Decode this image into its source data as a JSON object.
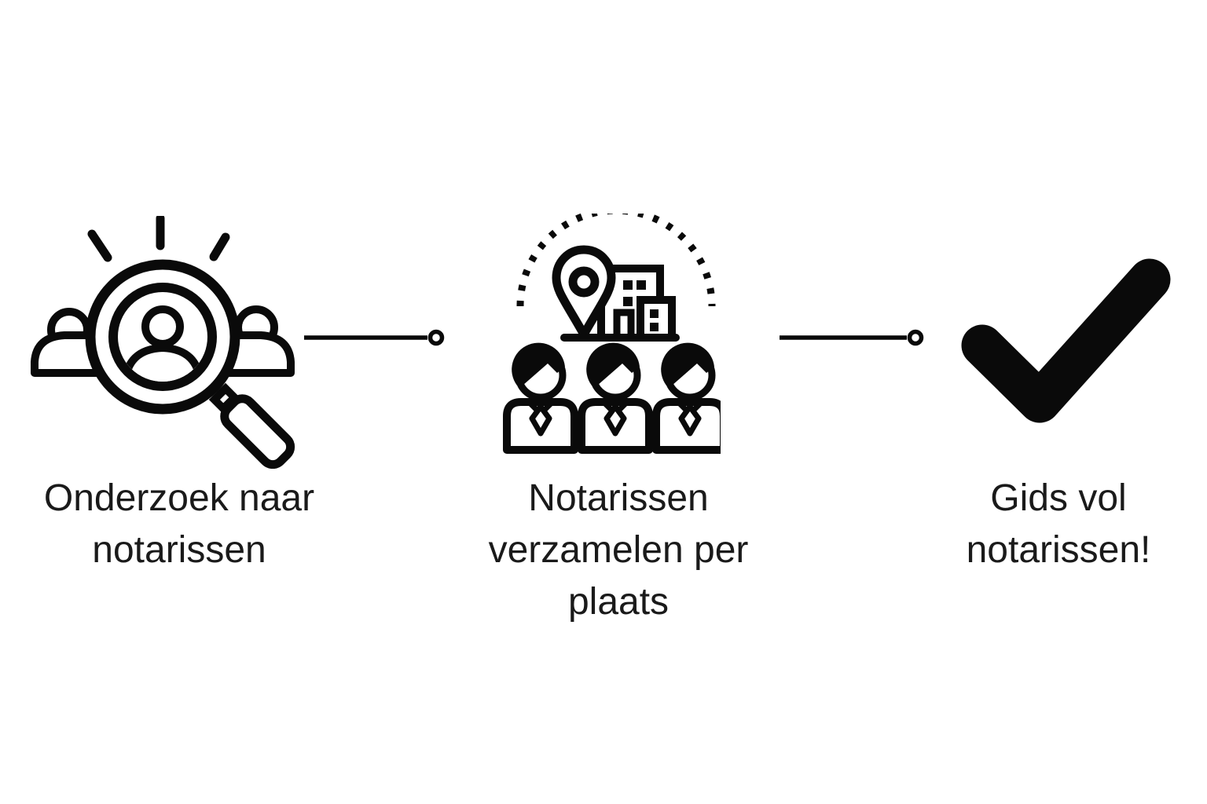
{
  "colors": {
    "bg": "#ffffff",
    "ink": "#0a0a0a",
    "text-ink": "#1a1a1a"
  },
  "diagram": {
    "name": "process-flow",
    "steps": [
      {
        "id": "research",
        "icon": "people-search-icon",
        "label": "Onderzoek naar\nnotarissen"
      },
      {
        "id": "collect",
        "icon": "location-buildings-people-icon",
        "label": "Notarissen\nverzamelen per\nplaats"
      },
      {
        "id": "result",
        "icon": "checkmark-icon",
        "label": "Gids vol\nnotarissen!"
      }
    ],
    "connectors": [
      {
        "style": "line-with-dot"
      },
      {
        "style": "line-with-dot"
      }
    ]
  }
}
